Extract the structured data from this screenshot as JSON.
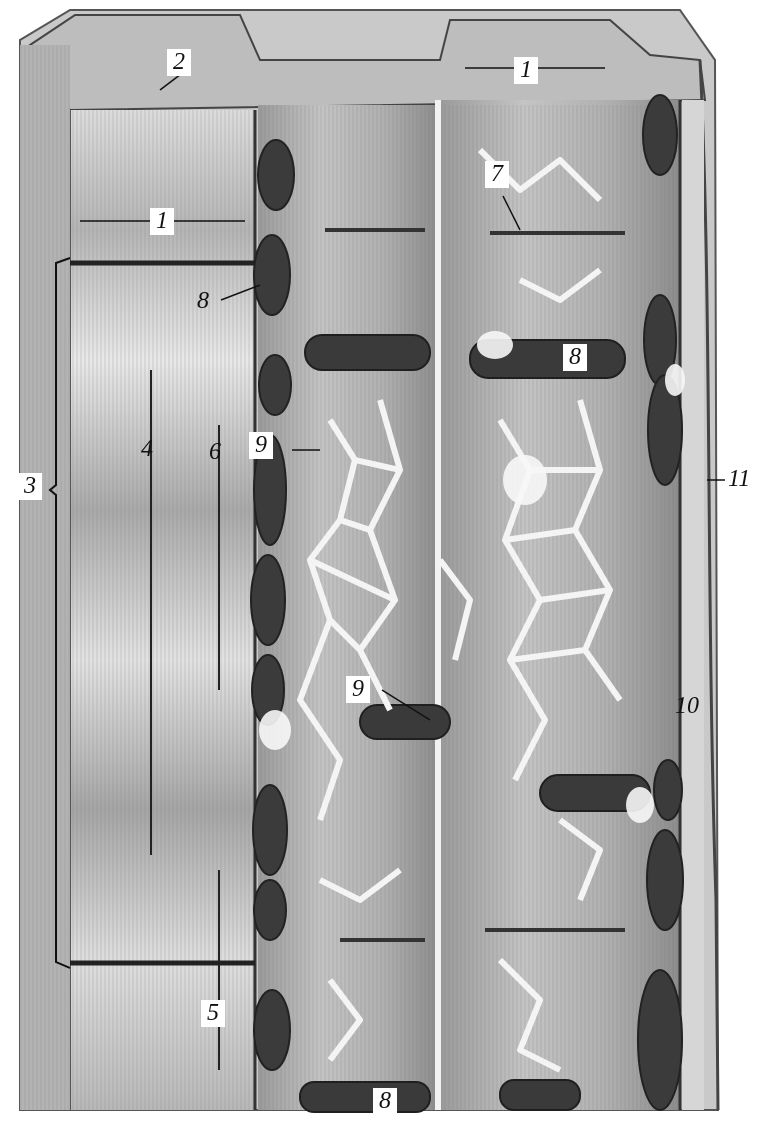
{
  "figure": {
    "kind": "histological drawing",
    "colors": {
      "background": "#ffffff",
      "tissue_light": "#d9d9d9",
      "tissue_mid": "#a8a8a8",
      "tissue_dark": "#3a3a3a",
      "leader_lines": "#1a1a1a"
    }
  },
  "labels": {
    "l1_top_right": "1",
    "l2_top": "2",
    "l1_left_band": "1",
    "l7": "7",
    "l8_left": "8",
    "l8_middle": "8",
    "l11": "11",
    "l9_upper": "9",
    "l4": "4",
    "l6": "6",
    "l3": "3",
    "l10": "10",
    "l9_lower": "9",
    "l5": "5",
    "l8_bottom": "8"
  }
}
